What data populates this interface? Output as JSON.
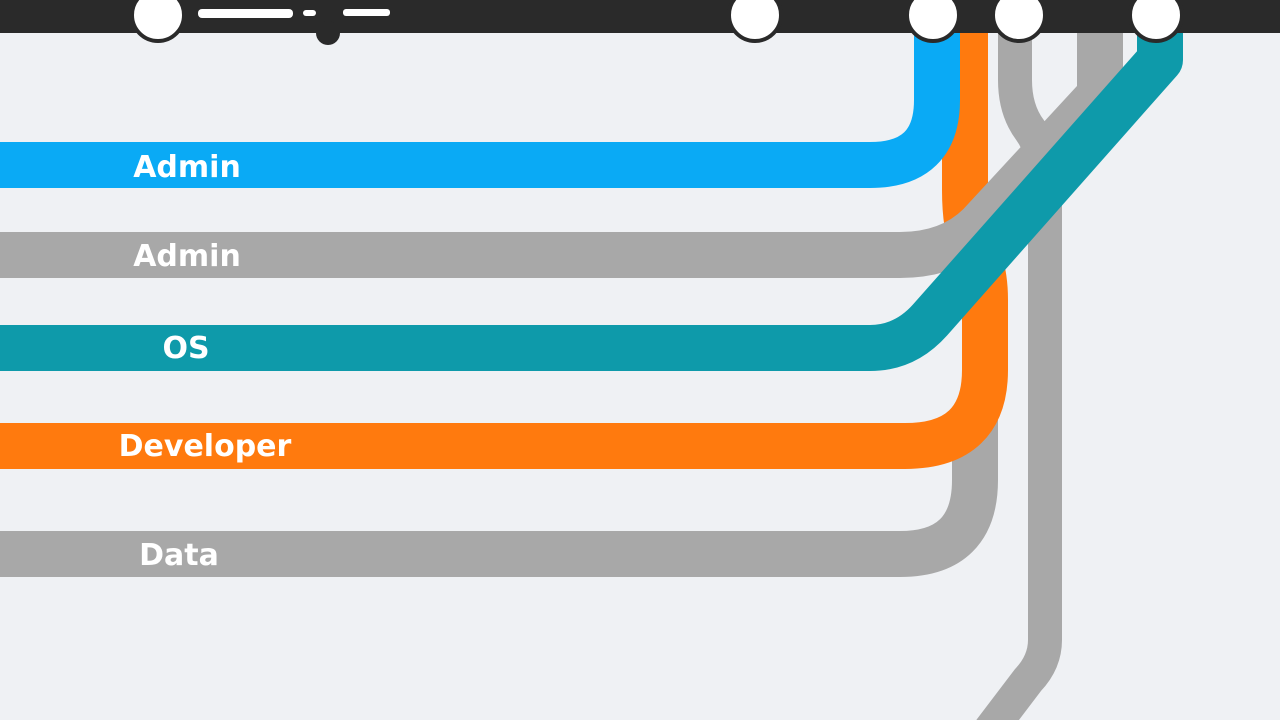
{
  "diagram": {
    "background": "#eff1f4",
    "top_bar_color": "#2a2a2a",
    "colors": {
      "blue": "#0aaaf5",
      "gray": "#a8a8a8",
      "teal": "#0e9aaa",
      "orange": "#ff7a0e",
      "station_fill": "#ffffff",
      "station_stroke": "#2a2a2a"
    },
    "lines": [
      {
        "id": "admin-blue",
        "label": "Admin",
        "color": "#0aaaf5"
      },
      {
        "id": "admin-gray",
        "label": "Admin",
        "color": "#a8a8a8"
      },
      {
        "id": "os",
        "label": "OS",
        "color": "#0e9aaa"
      },
      {
        "id": "developer",
        "label": "Developer",
        "color": "#ff7a0e"
      },
      {
        "id": "data",
        "label": "Data",
        "color": "#a8a8a8"
      },
      {
        "id": "gray-through",
        "label": "",
        "color": "#a8a8a8"
      }
    ]
  }
}
